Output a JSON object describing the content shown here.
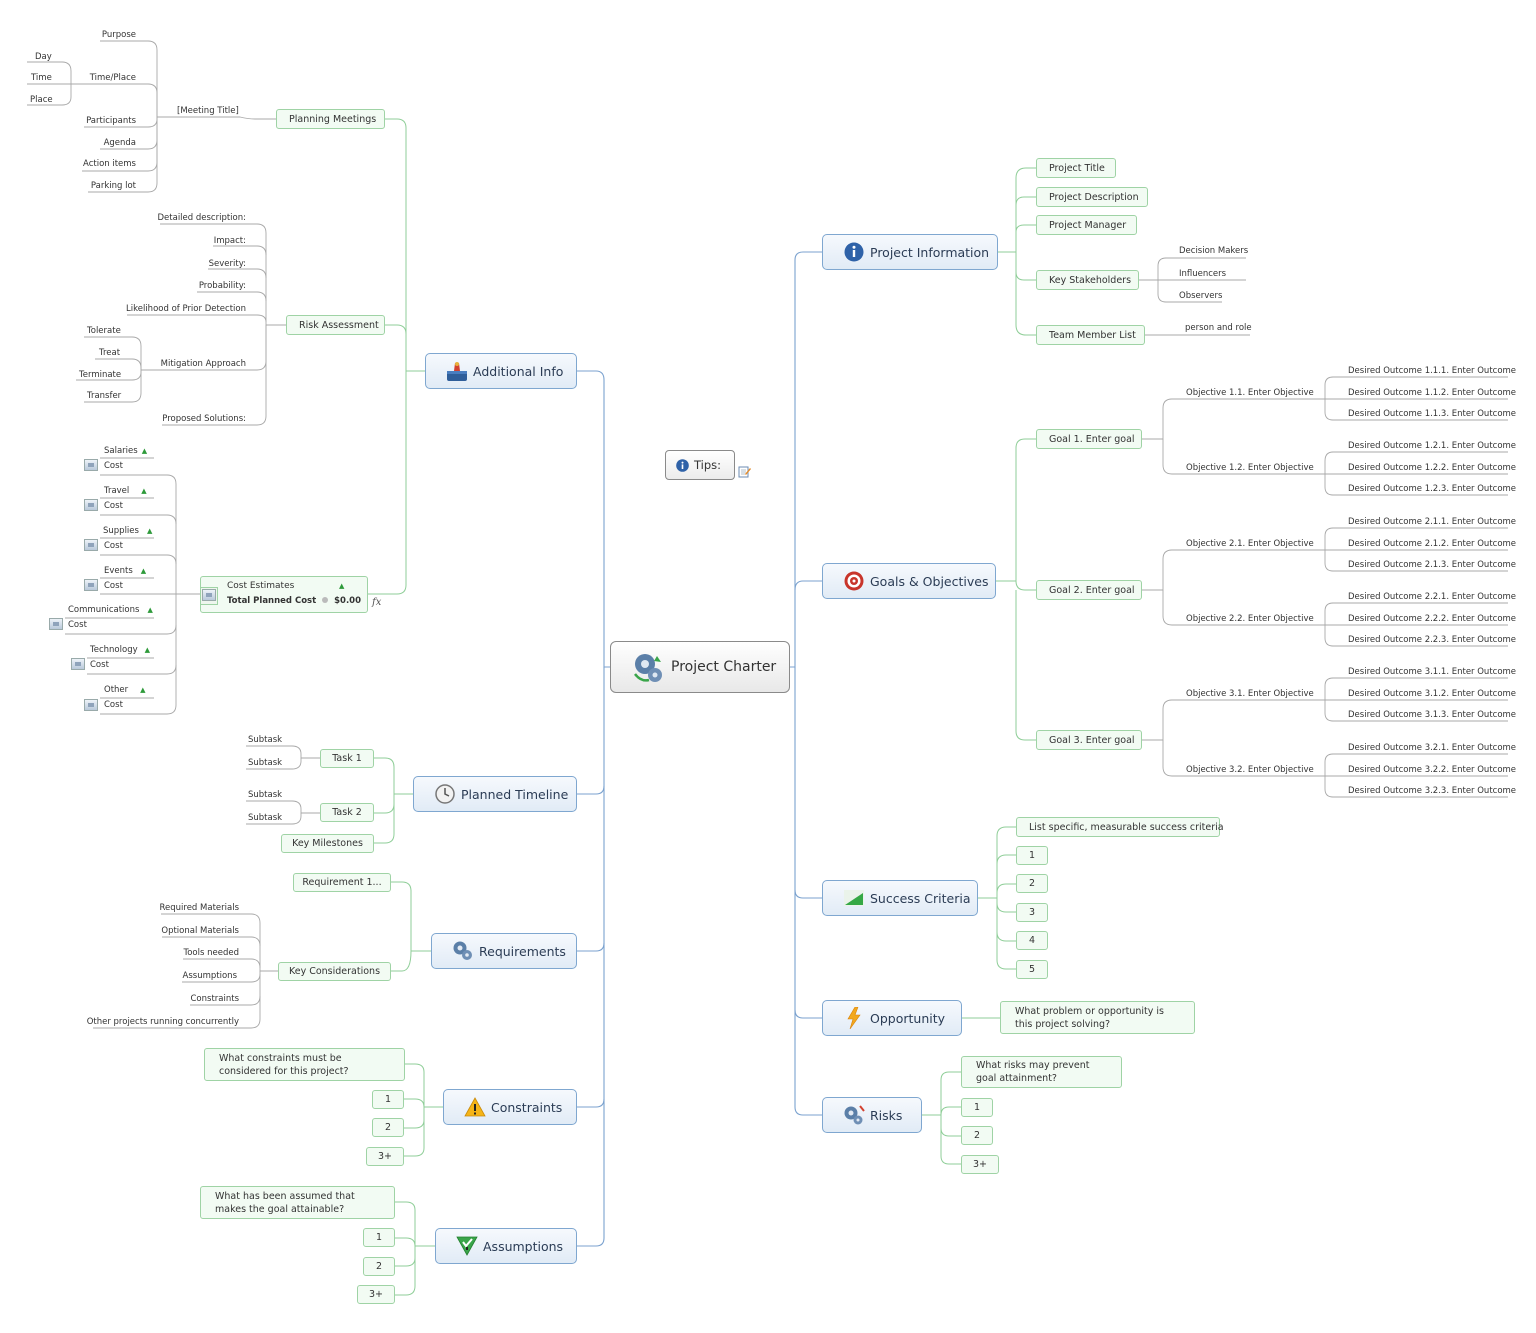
{
  "central": {
    "label": "Project Charter",
    "icon": "gears-icon"
  },
  "tips": {
    "label": "Tips:",
    "icon": "info-icon",
    "note_icon": "note-icon"
  },
  "right": {
    "project_information": {
      "label": "Project Information",
      "icon": "info-icon",
      "children": [
        "Project Title",
        "Project Description",
        "Project Manager",
        "Key Stakeholders",
        "Team Member List"
      ],
      "stakeholders": [
        "Decision Makers",
        "Influencers",
        "Observers"
      ],
      "team_member_note": "person and role"
    },
    "goals": {
      "label": "Goals & Objectives",
      "icon": "target-icon",
      "goals": [
        "Goal 1. Enter goal",
        "Goal 2. Enter goal",
        "Goal 3. Enter goal"
      ],
      "objectives": [
        "Objective 1.1. Enter Objective",
        "Objective 1.2. Enter Objective",
        "Objective 2.1. Enter Objective",
        "Objective 2.2. Enter Objective",
        "Objective 3.1. Enter Objective",
        "Objective 3.2. Enter Objective"
      ],
      "outcomes": [
        "Desired Outcome 1.1.1. Enter Outcome",
        "Desired Outcome 1.1.2. Enter Outcome",
        "Desired Outcome 1.1.3. Enter Outcome",
        "Desired Outcome 1.2.1. Enter Outcome",
        "Desired Outcome 1.2.2. Enter Outcome",
        "Desired Outcome 1.2.3. Enter Outcome",
        "Desired Outcome 2.1.1. Enter Outcome",
        "Desired Outcome 2.1.2. Enter Outcome",
        "Desired Outcome 2.1.3. Enter Outcome",
        "Desired Outcome 2.2.1. Enter Outcome",
        "Desired Outcome 2.2.2. Enter Outcome",
        "Desired Outcome 2.2.3. Enter Outcome",
        "Desired Outcome 3.1.1. Enter Outcome",
        "Desired Outcome 3.1.2. Enter Outcome",
        "Desired Outcome 3.1.3. Enter Outcome",
        "Desired Outcome 3.2.1. Enter Outcome",
        "Desired Outcome 3.2.2. Enter Outcome",
        "Desired Outcome 3.2.3. Enter Outcome"
      ]
    },
    "success": {
      "label": "Success Criteria",
      "icon": "chart-icon",
      "children": [
        "List specific, measurable success criteria",
        "1",
        "2",
        "3",
        "4",
        "5"
      ]
    },
    "opportunity": {
      "label": "Opportunity",
      "icon": "lightning-icon",
      "question": "What problem or opportunity is this project solving?"
    },
    "risks": {
      "label": "Risks",
      "icon": "gears-icon",
      "children": [
        "What risks may prevent goal attainment?",
        "1",
        "2",
        "3+"
      ]
    }
  },
  "left": {
    "additional_info": {
      "label": "Additional Info",
      "icon": "toolbox-icon",
      "planning": {
        "label": "Planning Meetings",
        "meeting_title": "[Meeting Title]",
        "items": [
          "Purpose",
          "Time/Place",
          "Participants",
          "Agenda",
          "Action items",
          "Parking lot"
        ],
        "time_place": [
          "Day",
          "Time",
          "Place"
        ]
      },
      "risk_assessment": {
        "label": "Risk Assessment",
        "items": [
          "Detailed description:",
          "Impact:",
          "Severity:",
          "Probability:",
          "Likelihood of Prior Detection",
          "Mitigation Approach",
          "Proposed Solutions:"
        ],
        "mitigation": [
          "Tolerate",
          "Treat",
          "Terminate",
          "Transfer"
        ]
      },
      "cost": {
        "label": "Cost Estimates",
        "total_label": "Total Planned Cost",
        "total_value": "$0.00",
        "fx": "fx",
        "items": [
          "Salaries",
          "Travel",
          "Supplies",
          "Events",
          "Communications",
          "Technology",
          "Other"
        ],
        "sub": "Cost"
      }
    },
    "timeline": {
      "label": "Planned Timeline",
      "icon": "clock-icon",
      "tasks": [
        "Task 1",
        "Task 2"
      ],
      "subtask": "Subtask",
      "milestones": "Key Milestones"
    },
    "requirements": {
      "label": "Requirements",
      "icon": "gears-icon",
      "children": [
        "Requirement 1...",
        "Key Considerations"
      ],
      "considerations": [
        "Required Materials",
        "Optional Materials",
        "Tools needed",
        "Assumptions",
        "Constraints",
        "Other projects running concurrently"
      ]
    },
    "constraints": {
      "label": "Constraints",
      "icon": "warning-icon",
      "children": [
        "What constraints must be considered for this project?",
        "1",
        "2",
        "3+"
      ]
    },
    "assumptions": {
      "label": "Assumptions",
      "icon": "check-icon",
      "children": [
        "What has been assumed that makes the goal attainable?",
        "1",
        "2",
        "3+"
      ]
    }
  },
  "colors": {
    "main_line": "#7ba2cf",
    "sub_line": "#8fce98",
    "leaf_line": "#a8a8a8",
    "main_border": "#7fa7d0",
    "sub_border": "#9fd3a5"
  }
}
